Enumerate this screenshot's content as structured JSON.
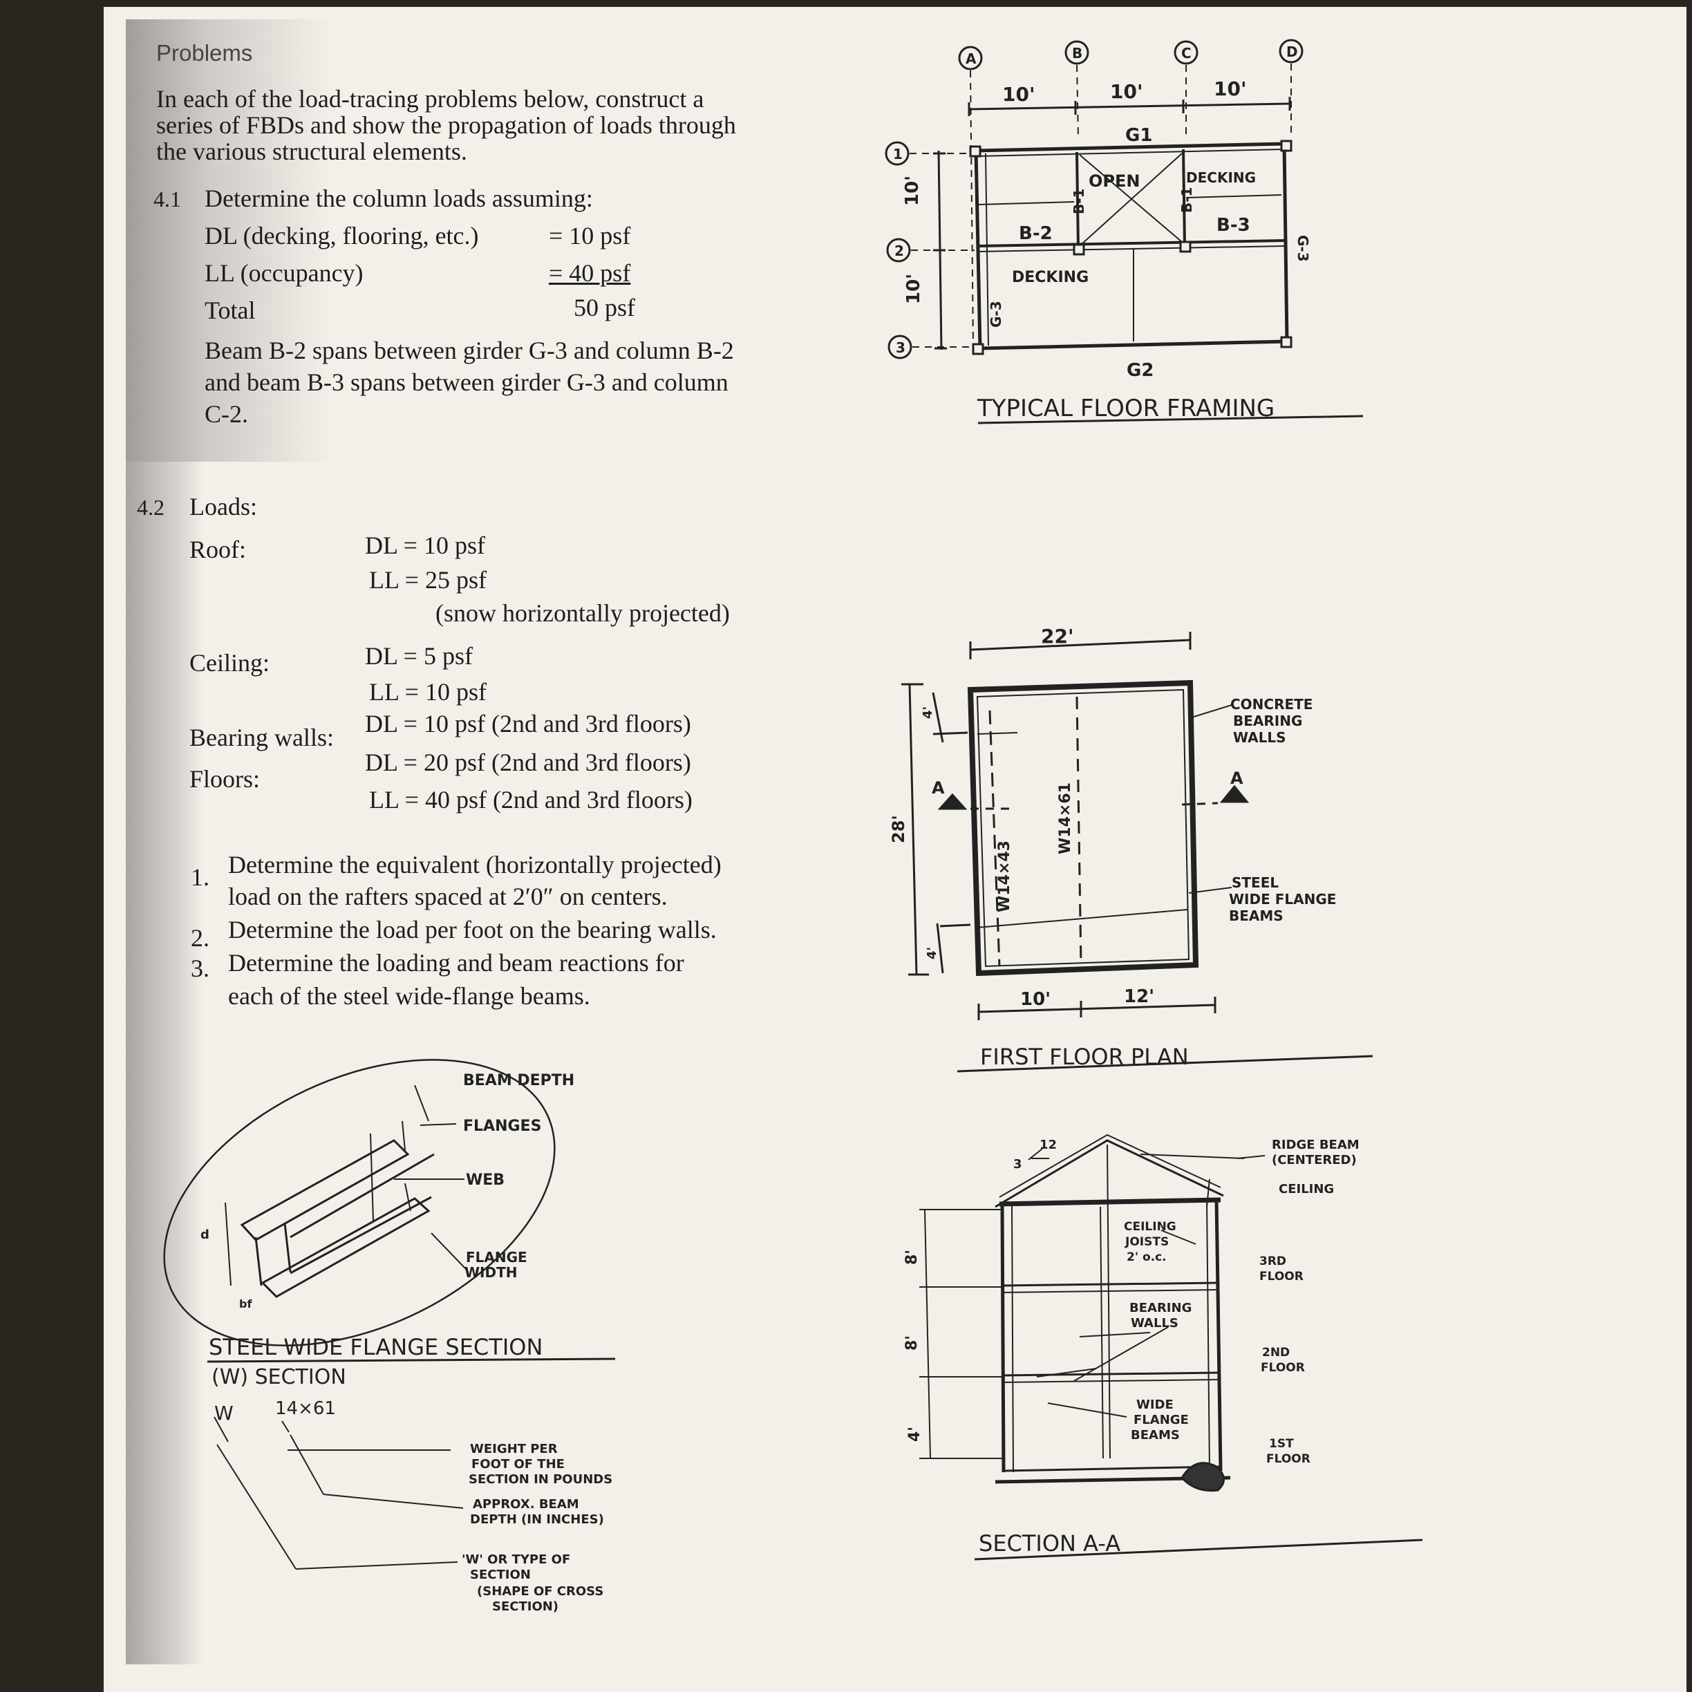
{
  "problems_heading": "Problems",
  "intro": [
    "In each of the load-tracing problems below, construct a",
    "series of FBDs and show the propagation of loads through",
    "the various structural elements."
  ],
  "p41": {
    "num": "4.1",
    "title": "Determine the column loads assuming:",
    "rows": [
      {
        "label": "DL (decking, flooring, etc.)",
        "value": "= 10 psf"
      },
      {
        "label": "LL (occupancy)",
        "value": "= 40 psf"
      },
      {
        "label": "Total",
        "value": "50 psf"
      }
    ],
    "desc": [
      "Beam B-2 spans between girder G-3 and column B-2",
      "and beam B-3 spans between girder G-3 and column",
      "C-2."
    ]
  },
  "p42": {
    "num": "4.2",
    "title": "Loads:",
    "roof_label": "Roof:",
    "roof": [
      "DL = 10 psf",
      "LL = 25 psf",
      "(snow horizontally projected)"
    ],
    "ceiling_label": "Ceiling:",
    "ceiling": [
      "DL = 5 psf",
      "LL = 10 psf"
    ],
    "walls_label": "Bearing walls:",
    "walls": "DL = 10 psf (2nd and 3rd floors)",
    "floors_label": "Floors:",
    "floors": [
      "DL = 20 psf (2nd and 3rd floors)",
      "LL = 40 psf (2nd and 3rd floors)"
    ],
    "tasks": [
      {
        "n": "1.",
        "lines": [
          "Determine the equivalent (horizontally projected)",
          "load on the rafters spaced at 2′0″ on centers."
        ]
      },
      {
        "n": "2.",
        "lines": [
          "Determine the load per foot on the bearing walls."
        ]
      },
      {
        "n": "3.",
        "lines": [
          "Determine the loading and beam reactions for",
          "each of the steel wide-flange beams."
        ]
      }
    ]
  },
  "framing": {
    "title": "TYPICAL FLOOR FRAMING",
    "col_labels": [
      "A",
      "B",
      "C",
      "D"
    ],
    "row_labels": [
      "1",
      "2",
      "3"
    ],
    "spans": [
      "10'",
      "10'",
      "10'"
    ],
    "row_spans": [
      "10'",
      "10'"
    ],
    "labels": {
      "g1": "G1",
      "g2": "G2",
      "g3": "G-3",
      "open": "OPEN",
      "decking_top": "DECKING",
      "decking_bottom": "DECKING",
      "b2": "B-2",
      "b3": "B-3",
      "b1": "B-1"
    }
  },
  "floor_plan": {
    "title": "FIRST FLOOR PLAN",
    "width_dim": "22'",
    "height_dim": "28'",
    "end_dims": [
      "4'",
      "4'"
    ],
    "bottom_dims": [
      "10'",
      "12'"
    ],
    "beams": [
      "W14×43",
      "W14×61"
    ],
    "section_mark": "A",
    "note_walls": [
      "CONCRETE",
      "BEARING",
      "WALLS"
    ],
    "note_beams": [
      "STEEL",
      "WIDE FLANGE",
      "BEAMS"
    ]
  },
  "wf_section": {
    "title": "STEEL WIDE FLANGE SECTION",
    "sub": "(W) SECTION",
    "designation": [
      "W",
      "14×61"
    ],
    "labels": {
      "depth": "BEAM DEPTH",
      "flanges": "FLANGES",
      "web": "WEB",
      "flange_width": [
        "FLANGE",
        "WIDTH"
      ],
      "d": "d",
      "bf": "bf"
    },
    "notes": [
      [
        "WEIGHT PER",
        "FOOT OF THE",
        "SECTION IN POUNDS"
      ],
      [
        "APPROX. BEAM",
        "DEPTH (IN INCHES)"
      ],
      [
        "'W' OR TYPE OF",
        "SECTION",
        "(SHAPE OF CROSS",
        "SECTION)"
      ]
    ]
  },
  "section_aa": {
    "title": "SECTION A-A",
    "slope": [
      "12",
      "3"
    ],
    "heights": [
      "8'",
      "8'",
      "4'"
    ],
    "labels": {
      "ridge": [
        "RIDGE BEAM",
        "(CENTERED)"
      ],
      "ceiling": "CEILING",
      "joists": [
        "CEILING",
        "JOISTS",
        "2' o.c."
      ],
      "walls": [
        "BEARING",
        "WALLS"
      ],
      "beams": [
        "WIDE",
        "FLANGE",
        "BEAMS"
      ],
      "floors": [
        [
          "3RD",
          "FLOOR"
        ],
        [
          "2ND",
          "FLOOR"
        ],
        [
          "1ST",
          "FLOOR"
        ]
      ]
    }
  }
}
